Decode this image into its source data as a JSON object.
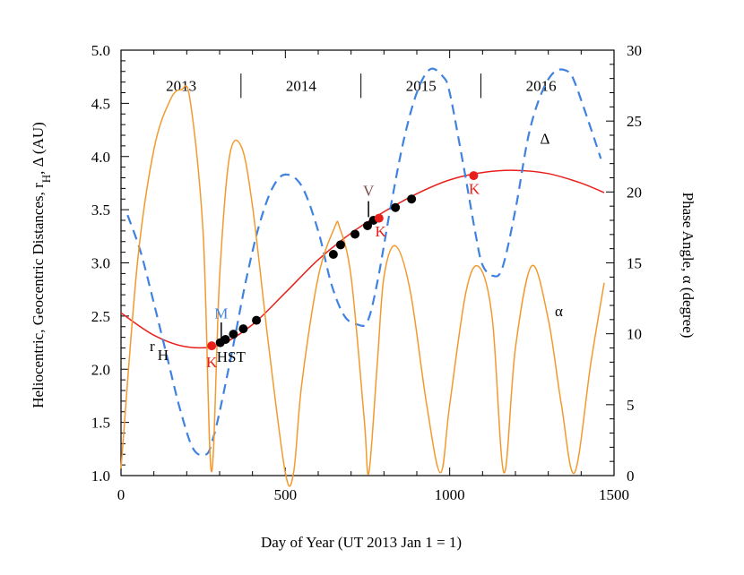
{
  "chart_data": {
    "type": "line",
    "xlabel": "Day of Year (UT 2013 Jan 1 = 1)",
    "ylabel_left": "Heliocentric, Geocentric Distances, r_H, Δ (AU)",
    "ylabel_right": "Phase Angle, α (degree)",
    "xlim": [
      0,
      1500
    ],
    "ylim_left": [
      1.0,
      5.0
    ],
    "ylim_right": [
      0,
      30
    ],
    "x_ticks": [
      "0",
      "500",
      "1000",
      "1500"
    ],
    "y_left_ticks": [
      "1.0",
      "1.5",
      "2.0",
      "2.5",
      "3.0",
      "3.5",
      "4.0",
      "4.5",
      "5.0"
    ],
    "y_right_ticks": [
      "0",
      "5",
      "10",
      "15",
      "20",
      "25",
      "30"
    ],
    "year_labels": [
      {
        "label": "2013",
        "x": 183
      },
      {
        "label": "2014",
        "x": 548
      },
      {
        "label": "2015",
        "x": 913
      },
      {
        "label": "2016",
        "x": 1278
      }
    ],
    "year_dividers": [
      365,
      730,
      1095
    ],
    "colors": {
      "rH": "#e8201c",
      "Delta": "#3f82e0",
      "alpha": "#f39a2e",
      "obs_hst": "#000000",
      "obs_k": "#e8201c",
      "label_M": "#3f82e0",
      "label_V": "#7a4a4a"
    },
    "series": [
      {
        "name": "r_H",
        "axis": "left",
        "style": "solid",
        "x": [
          0,
          100,
          200,
          300,
          400,
          500,
          600,
          700,
          800,
          900,
          1000,
          1100,
          1200,
          1300,
          1400,
          1470
        ],
        "y": [
          2.53,
          2.32,
          2.21,
          2.23,
          2.42,
          2.72,
          3.03,
          3.28,
          3.48,
          3.65,
          3.78,
          3.85,
          3.87,
          3.84,
          3.75,
          3.66
        ]
      },
      {
        "name": "Δ",
        "axis": "left",
        "style": "dashed",
        "x": [
          20,
          60,
          100,
          140,
          180,
          220,
          260,
          280,
          300,
          340,
          380,
          420,
          460,
          500,
          550,
          600,
          640,
          680,
          720,
          750,
          780,
          820,
          860,
          900,
          940,
          980,
          1000,
          1040,
          1080,
          1100,
          1130,
          1160,
          1200,
          1240,
          1280,
          1320,
          1360,
          1380,
          1420,
          1460
        ],
        "y": [
          3.45,
          3.1,
          2.62,
          2.12,
          1.62,
          1.25,
          1.2,
          1.35,
          1.6,
          2.2,
          2.83,
          3.35,
          3.7,
          3.83,
          3.72,
          3.3,
          2.8,
          2.5,
          2.42,
          2.45,
          2.82,
          3.52,
          4.15,
          4.6,
          4.82,
          4.75,
          4.6,
          3.95,
          3.25,
          2.98,
          2.88,
          2.95,
          3.5,
          4.2,
          4.6,
          4.8,
          4.8,
          4.7,
          4.35,
          3.98
        ]
      },
      {
        "name": "α",
        "axis": "right",
        "style": "solid",
        "x": [
          0,
          50,
          100,
          150,
          183,
          210,
          250,
          275,
          300,
          330,
          366,
          400,
          450,
          500,
          525,
          550,
          600,
          650,
          665,
          700,
          740,
          754,
          780,
          800,
          835,
          880,
          930,
          972,
          1000,
          1050,
          1090,
          1130,
          1165,
          1200,
          1250,
          1300,
          1340,
          1380,
          1430,
          1470
        ],
        "y": [
          0.5,
          15,
          23,
          26.5,
          27.2,
          26.5,
          17,
          0.3,
          14,
          22.5,
          23.2,
          19,
          9,
          0.2,
          0.2,
          6.5,
          14,
          17.5,
          17.5,
          14,
          4,
          0.2,
          8,
          14,
          16.2,
          13,
          5,
          0.2,
          5,
          13,
          14.7,
          11,
          0.2,
          9,
          14.8,
          11,
          5,
          0.2,
          8,
          13.6
        ]
      }
    ],
    "observations": {
      "hst_points": [
        {
          "x": 302,
          "y": 2.25
        },
        {
          "x": 318,
          "y": 2.28
        },
        {
          "x": 342,
          "y": 2.33
        },
        {
          "x": 372,
          "y": 2.38
        },
        {
          "x": 412,
          "y": 2.46
        },
        {
          "x": 646,
          "y": 3.08
        },
        {
          "x": 668,
          "y": 3.17
        },
        {
          "x": 712,
          "y": 3.27
        },
        {
          "x": 750,
          "y": 3.35
        },
        {
          "x": 768,
          "y": 3.4
        },
        {
          "x": 835,
          "y": 3.52
        },
        {
          "x": 884,
          "y": 3.6
        }
      ],
      "k_points": [
        {
          "x": 276,
          "y": 2.22
        },
        {
          "x": 785,
          "y": 3.42
        },
        {
          "x": 1073,
          "y": 3.82
        }
      ]
    },
    "annotations": [
      {
        "text": "2013",
        "role": "year"
      },
      {
        "text": "2014",
        "role": "year"
      },
      {
        "text": "2015",
        "role": "year"
      },
      {
        "text": "2016",
        "role": "year"
      },
      {
        "text": "M",
        "x": 305,
        "y": 2.48,
        "color": "#3f82e0"
      },
      {
        "text": "V",
        "x": 753,
        "y": 3.63,
        "color": "#7a4a4a"
      },
      {
        "text": "HST",
        "x": 335,
        "y": 2.07,
        "color": "#000000"
      },
      {
        "text": "K",
        "x": 276,
        "y": 2.02,
        "color": "#e8201c"
      },
      {
        "text": "K",
        "x": 790,
        "y": 3.25,
        "color": "#e8201c"
      },
      {
        "text": "K",
        "x": 1075,
        "y": 3.65,
        "color": "#e8201c"
      },
      {
        "text": "r",
        "sub": "H",
        "x": 95,
        "y": 2.17,
        "color": "#000000"
      },
      {
        "text": "Δ",
        "x": 1290,
        "y": 4.12,
        "color": "#000000"
      },
      {
        "text": "α",
        "x": 1332,
        "y": 2.5,
        "color": "#000000"
      }
    ]
  }
}
